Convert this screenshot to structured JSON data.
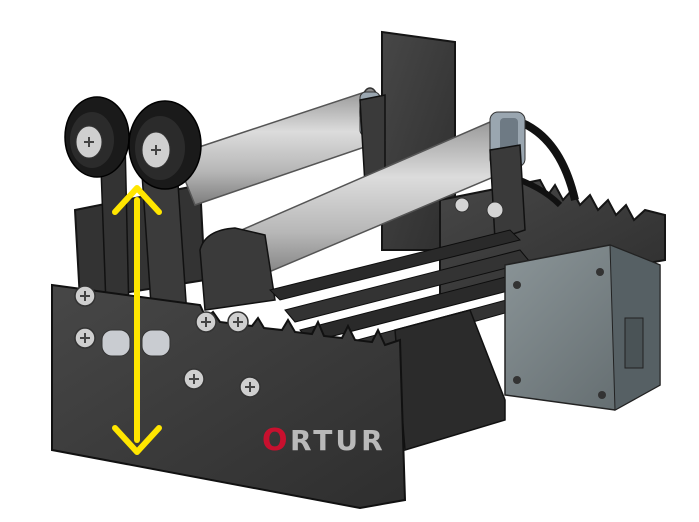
{
  "logo": {
    "letter_o": "O",
    "rest": "RTUR"
  },
  "colors": {
    "frame": "#3b3b3b",
    "frame_edge": "#1c1c1c",
    "roller": "#bdbdbd",
    "roller_shade": "#8f8f8f",
    "motor": "#7b8588",
    "arrow": "#ffe600",
    "logo_o": "#c8102e",
    "logo_text": "#b9b9b9",
    "wheel": "#1a1a1a",
    "screw": "#cfcfcf"
  },
  "icons": {
    "adjust_indicator": "double-headed-vertical-arrow"
  }
}
